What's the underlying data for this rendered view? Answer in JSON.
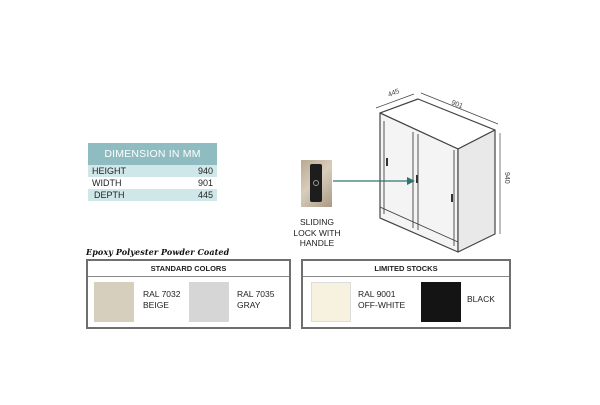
{
  "dimension_table": {
    "header": "DIMENSION IN MM",
    "rows": [
      {
        "label": "HEIGHT",
        "value": "940"
      },
      {
        "label": "WIDTH",
        "value": "901"
      },
      {
        "label": "DEPTH",
        "value": "445"
      }
    ]
  },
  "drawing": {
    "depth_label": "445",
    "width_label": "901",
    "height_label": "940"
  },
  "lock": {
    "caption_lines": [
      "SLIDING",
      "LOCK WITH",
      "HANDLE"
    ]
  },
  "finish": {
    "title": "Epoxy Polyester Powder Coated",
    "standard": {
      "title": "STANDARD COLORS",
      "colors": [
        {
          "code": "RAL 7032",
          "name": "BEIGE",
          "hex": "#d7cfbd"
        },
        {
          "code": "RAL 7035",
          "name": "GRAY",
          "hex": "#d6d6d6"
        }
      ]
    },
    "limited": {
      "title": "LIMITED STOCKS",
      "colors": [
        {
          "code": "RAL 9001",
          "name": "OFF-WHITE",
          "hex": "#f7f1e0"
        },
        {
          "code": "",
          "name": "BLACK",
          "hex": "#141414"
        }
      ]
    }
  },
  "colors": {
    "table_header": "#8fbcc1",
    "table_band": "#cfe7e8",
    "arrow": "#2e7572"
  }
}
